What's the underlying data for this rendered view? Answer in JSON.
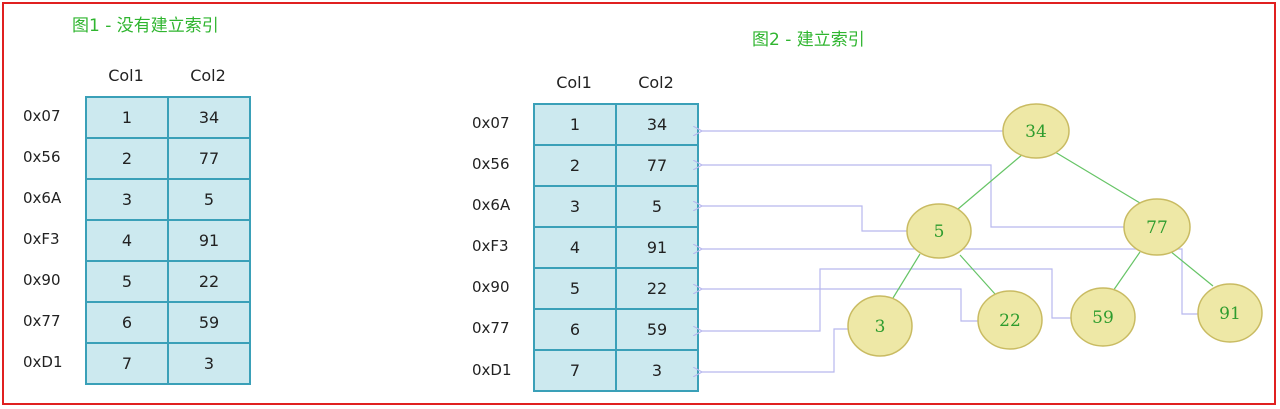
{
  "figure1": {
    "title": "图1 - 没有建立索引",
    "col_headers": [
      "Col1",
      "Col2"
    ],
    "rows": [
      {
        "addr": "0x07",
        "col1": "1",
        "col2": "34"
      },
      {
        "addr": "0x56",
        "col1": "2",
        "col2": "77"
      },
      {
        "addr": "0x6A",
        "col1": "3",
        "col2": "5"
      },
      {
        "addr": "0xF3",
        "col1": "4",
        "col2": "91"
      },
      {
        "addr": "0x90",
        "col1": "5",
        "col2": "22"
      },
      {
        "addr": "0x77",
        "col1": "6",
        "col2": "59"
      },
      {
        "addr": "0xD1",
        "col1": "7",
        "col2": "3"
      }
    ]
  },
  "figure2": {
    "title": "图2 - 建立索引",
    "col_headers": [
      "Col1",
      "Col2"
    ],
    "rows": [
      {
        "addr": "0x07",
        "col1": "1",
        "col2": "34"
      },
      {
        "addr": "0x56",
        "col1": "2",
        "col2": "77"
      },
      {
        "addr": "0x6A",
        "col1": "3",
        "col2": "5"
      },
      {
        "addr": "0xF3",
        "col1": "4",
        "col2": "91"
      },
      {
        "addr": "0x90",
        "col1": "5",
        "col2": "22"
      },
      {
        "addr": "0x77",
        "col1": "6",
        "col2": "59"
      },
      {
        "addr": "0xD1",
        "col1": "7",
        "col2": "3"
      }
    ],
    "tree_nodes": [
      "34",
      "5",
      "77",
      "3",
      "22",
      "59",
      "91"
    ]
  },
  "colors": {
    "frame": "#e02020",
    "title": "#2fb52f",
    "table_fill": "#cce9ef",
    "table_border": "#3aa0b8",
    "node_fill": "#eee8a6",
    "node_stroke": "#c9bb62",
    "tree_edge": "#66c466",
    "pointer": "#b8b8ee"
  }
}
